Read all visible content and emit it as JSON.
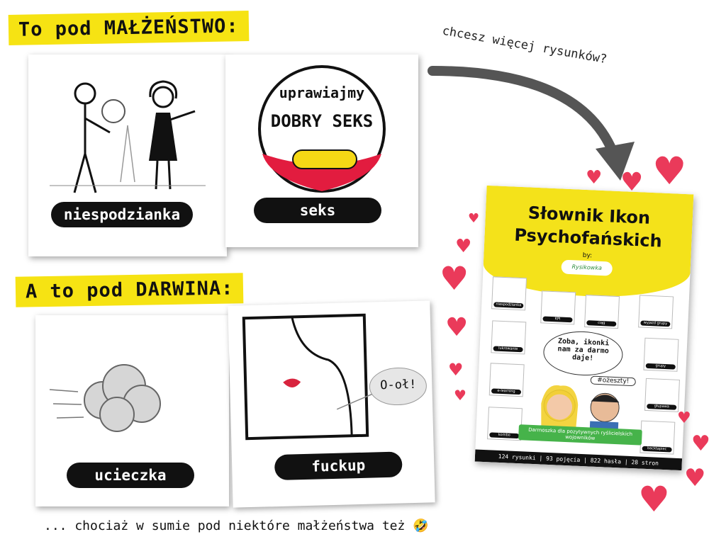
{
  "heading_marriage": "To pod MAŁŻEŃSTWO:",
  "heading_darwin": "A to pod DARWINA:",
  "cards": [
    {
      "label": "niespodzianka"
    },
    {
      "label": "seks",
      "sign_line1": "uprawiajmy",
      "sign_line2": "DOBRY SEKS"
    },
    {
      "label": "ucieczka"
    },
    {
      "label": "fuckup",
      "bubble": "O-oł!"
    }
  ],
  "cta": "chcesz więcej rysunków?",
  "footer": "... chociaż w sumie pod niektóre małżeństwa też 🤣",
  "book": {
    "title_line1": "Słownik Ikon",
    "title_line2": "Psychofańskich",
    "by": "by:",
    "logo_text": "Rysikowka",
    "speech": "Zoba, ikonki nam za darmo daje!",
    "exclaim": "#ożeszty!",
    "ribbon": "Darmoszka dla pozytywnych ryślicielskich wojowników",
    "stats": "124 rysunki | 93 pojęcia | 822 hasła | 28 stron",
    "tiles": [
      "niespodzianka",
      "KPI",
      "ciąg",
      "wyjazd grupy",
      "lukrowanie",
      "grupy",
      "e-learning",
      "głupawa",
      "kombo",
      "backtapiec"
    ]
  },
  "colors": {
    "yellow": "#f6e313",
    "heart": "#ea3a5a",
    "lips": "#d8243e"
  }
}
